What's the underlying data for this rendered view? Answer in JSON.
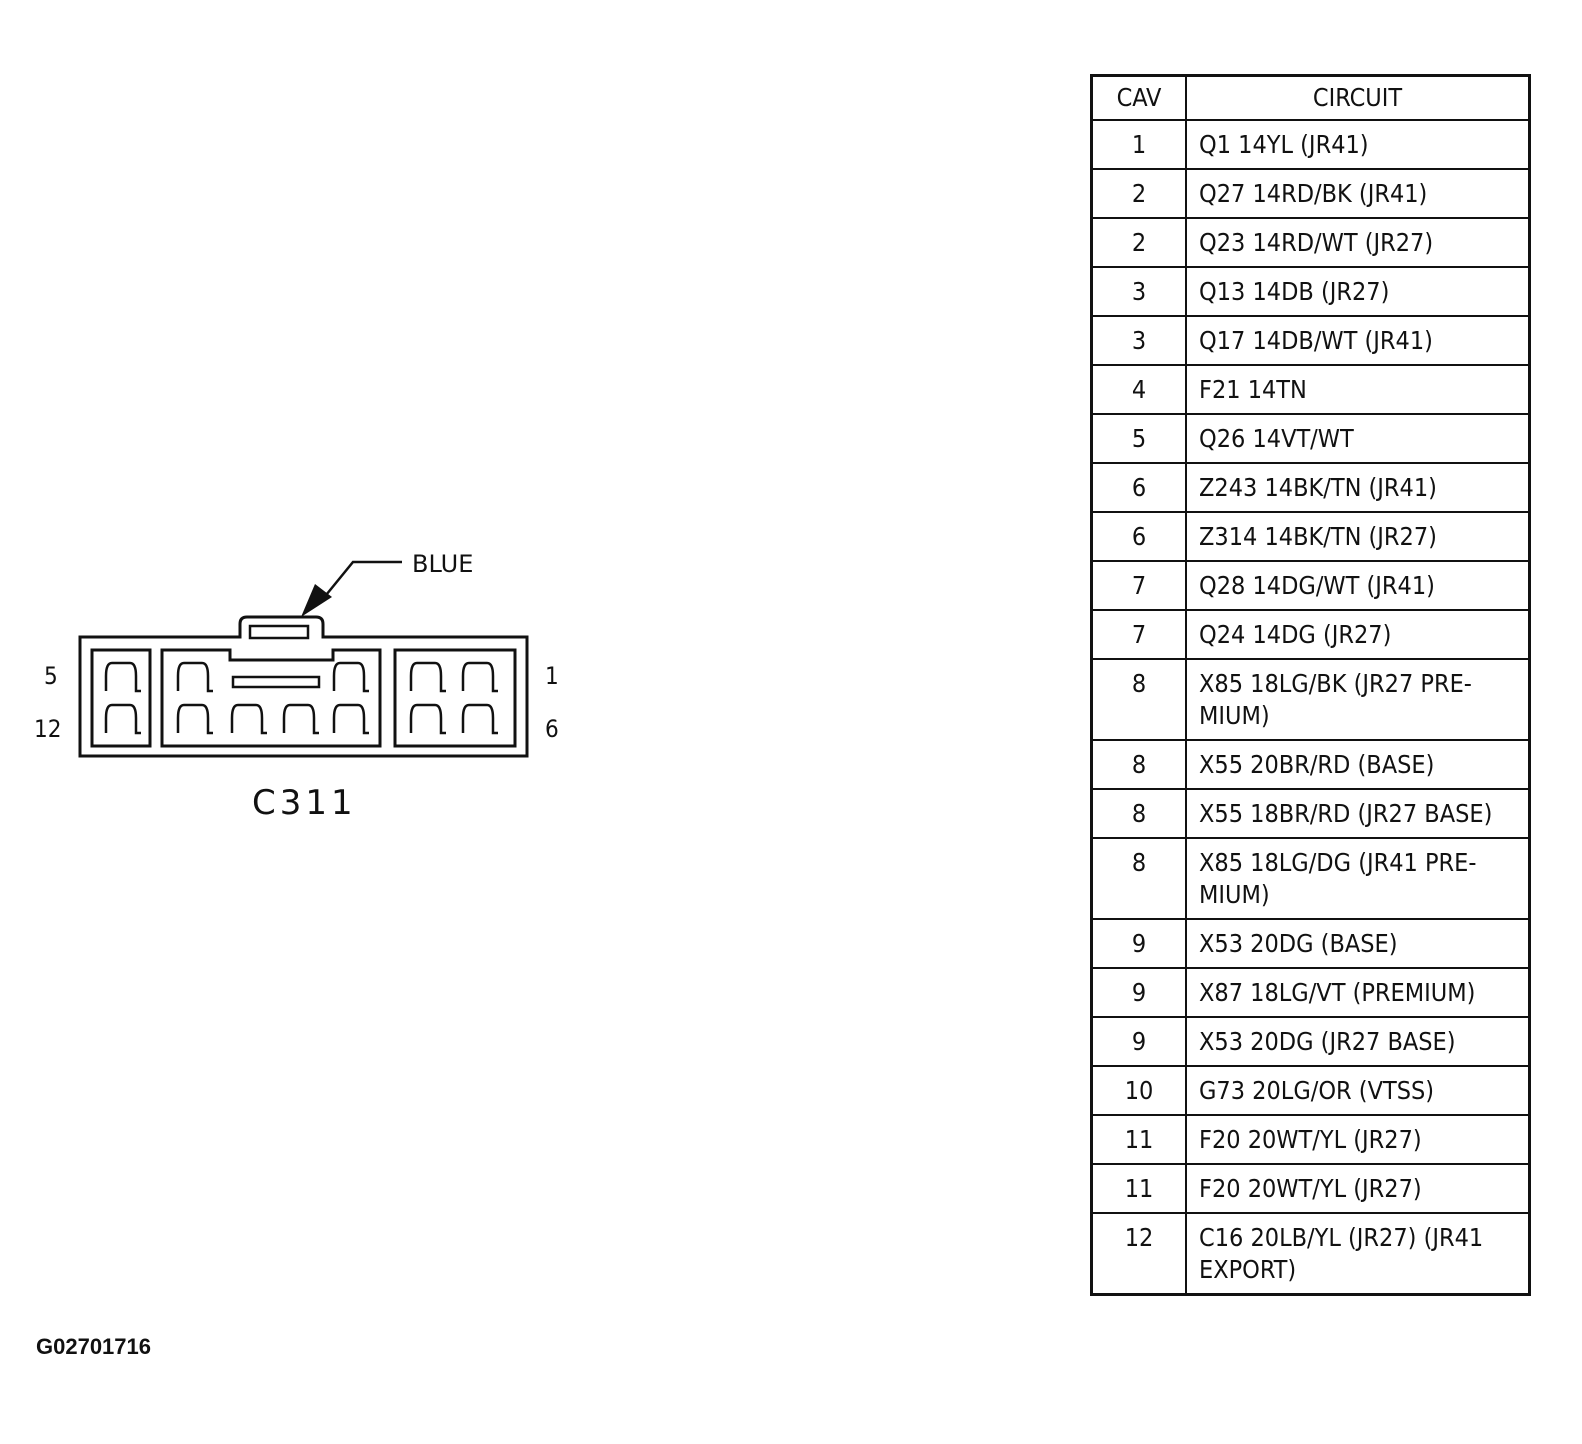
{
  "connector": {
    "id": "C311",
    "color_label": "BLUE",
    "pin_labels": {
      "top_left": "5",
      "bottom_left": "12",
      "top_right": "1",
      "bottom_right": "6"
    }
  },
  "table": {
    "headers": {
      "cav": "CAV",
      "circuit": "CIRCUIT"
    },
    "rows": [
      {
        "cav": "1",
        "circuit": "Q1 14YL (JR41)"
      },
      {
        "cav": "2",
        "circuit": "Q27 14RD/BK (JR41)"
      },
      {
        "cav": "2",
        "circuit": "Q23 14RD/WT (JR27)"
      },
      {
        "cav": "3",
        "circuit": "Q13 14DB (JR27)"
      },
      {
        "cav": "3",
        "circuit": "Q17 14DB/WT (JR41)"
      },
      {
        "cav": "4",
        "circuit": "F21 14TN"
      },
      {
        "cav": "5",
        "circuit": "Q26 14VT/WT"
      },
      {
        "cav": "6",
        "circuit": "Z243 14BK/TN (JR41)"
      },
      {
        "cav": "6",
        "circuit": "Z314 14BK/TN (JR27)"
      },
      {
        "cav": "7",
        "circuit": "Q28 14DG/WT (JR41)"
      },
      {
        "cav": "7",
        "circuit": "Q24 14DG (JR27)"
      },
      {
        "cav": "8",
        "circuit": "X85 18LG/BK (JR27 PRE-\nMIUM)"
      },
      {
        "cav": "8",
        "circuit": "X55 20BR/RD (BASE)"
      },
      {
        "cav": "8",
        "circuit": "X55 18BR/RD (JR27 BASE)"
      },
      {
        "cav": "8",
        "circuit": "X85 18LG/DG (JR41 PRE-\nMIUM)"
      },
      {
        "cav": "9",
        "circuit": "X53 20DG (BASE)"
      },
      {
        "cav": "9",
        "circuit": "X87 18LG/VT (PREMIUM)"
      },
      {
        "cav": "9",
        "circuit": "X53 20DG (JR27 BASE)"
      },
      {
        "cav": "10",
        "circuit": "G73 20LG/OR (VTSS)"
      },
      {
        "cav": "11",
        "circuit": "F20 20WT/YL (JR27)"
      },
      {
        "cav": "11",
        "circuit": "F20 20WT/YL (JR27)"
      },
      {
        "cav": "12",
        "circuit": "C16 20LB/YL (JR27) (JR41\nEXPORT)"
      }
    ]
  },
  "figure_id": "G02701716"
}
